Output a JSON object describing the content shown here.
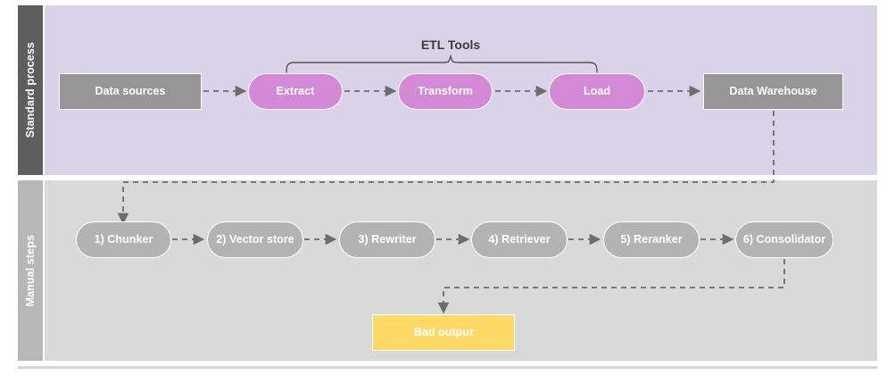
{
  "diagram": {
    "lanes": [
      {
        "id": "standard-process",
        "label": "Standard process"
      },
      {
        "id": "manual-steps",
        "label": "Manual steps"
      }
    ],
    "annotations": {
      "etl_bracket_label": "ETL Tools"
    },
    "standard_process": {
      "nodes": [
        {
          "id": "data-sources",
          "label": "Data sources",
          "shape": "rect",
          "style": "gray-dark"
        },
        {
          "id": "extract",
          "label": "Extract",
          "shape": "pill",
          "style": "pink"
        },
        {
          "id": "transform",
          "label": "Transform",
          "shape": "pill",
          "style": "pink"
        },
        {
          "id": "load",
          "label": "Load",
          "shape": "pill",
          "style": "pink"
        },
        {
          "id": "data-warehouse",
          "label": "Data Warehouse",
          "shape": "rect",
          "style": "gray-dark"
        }
      ]
    },
    "manual_steps": {
      "nodes": [
        {
          "id": "chunker",
          "label": "1) Chunker",
          "shape": "pill",
          "style": "gray-mid"
        },
        {
          "id": "vector-store",
          "label": "2) Vector store",
          "shape": "pill",
          "style": "gray-mid"
        },
        {
          "id": "rewriter",
          "label": "3) Rewriter",
          "shape": "pill",
          "style": "gray-mid"
        },
        {
          "id": "retriever",
          "label": "4) Retriever",
          "shape": "pill",
          "style": "gray-mid"
        },
        {
          "id": "reranker",
          "label": "5) Reranker",
          "shape": "pill",
          "style": "gray-mid"
        },
        {
          "id": "consolidator",
          "label": "6) Consolidator",
          "shape": "pill",
          "style": "gray-mid"
        },
        {
          "id": "bad-output",
          "label": "Bad output",
          "shape": "rect",
          "style": "yellow"
        }
      ]
    },
    "colors": {
      "lane_top_label_bg": "#5e5e5e",
      "lane_top_body_bg": "#d9d2e9",
      "lane_bottom_label_bg": "#b7b7b7",
      "lane_bottom_body_bg": "#d9d9d9",
      "node_gray_dark": "#969696",
      "node_pink": "#d489d6",
      "node_gray_mid": "#b3b3b3",
      "node_yellow": "#ffd966",
      "connector": "#6d6d6d",
      "bracket": "#555555"
    }
  }
}
